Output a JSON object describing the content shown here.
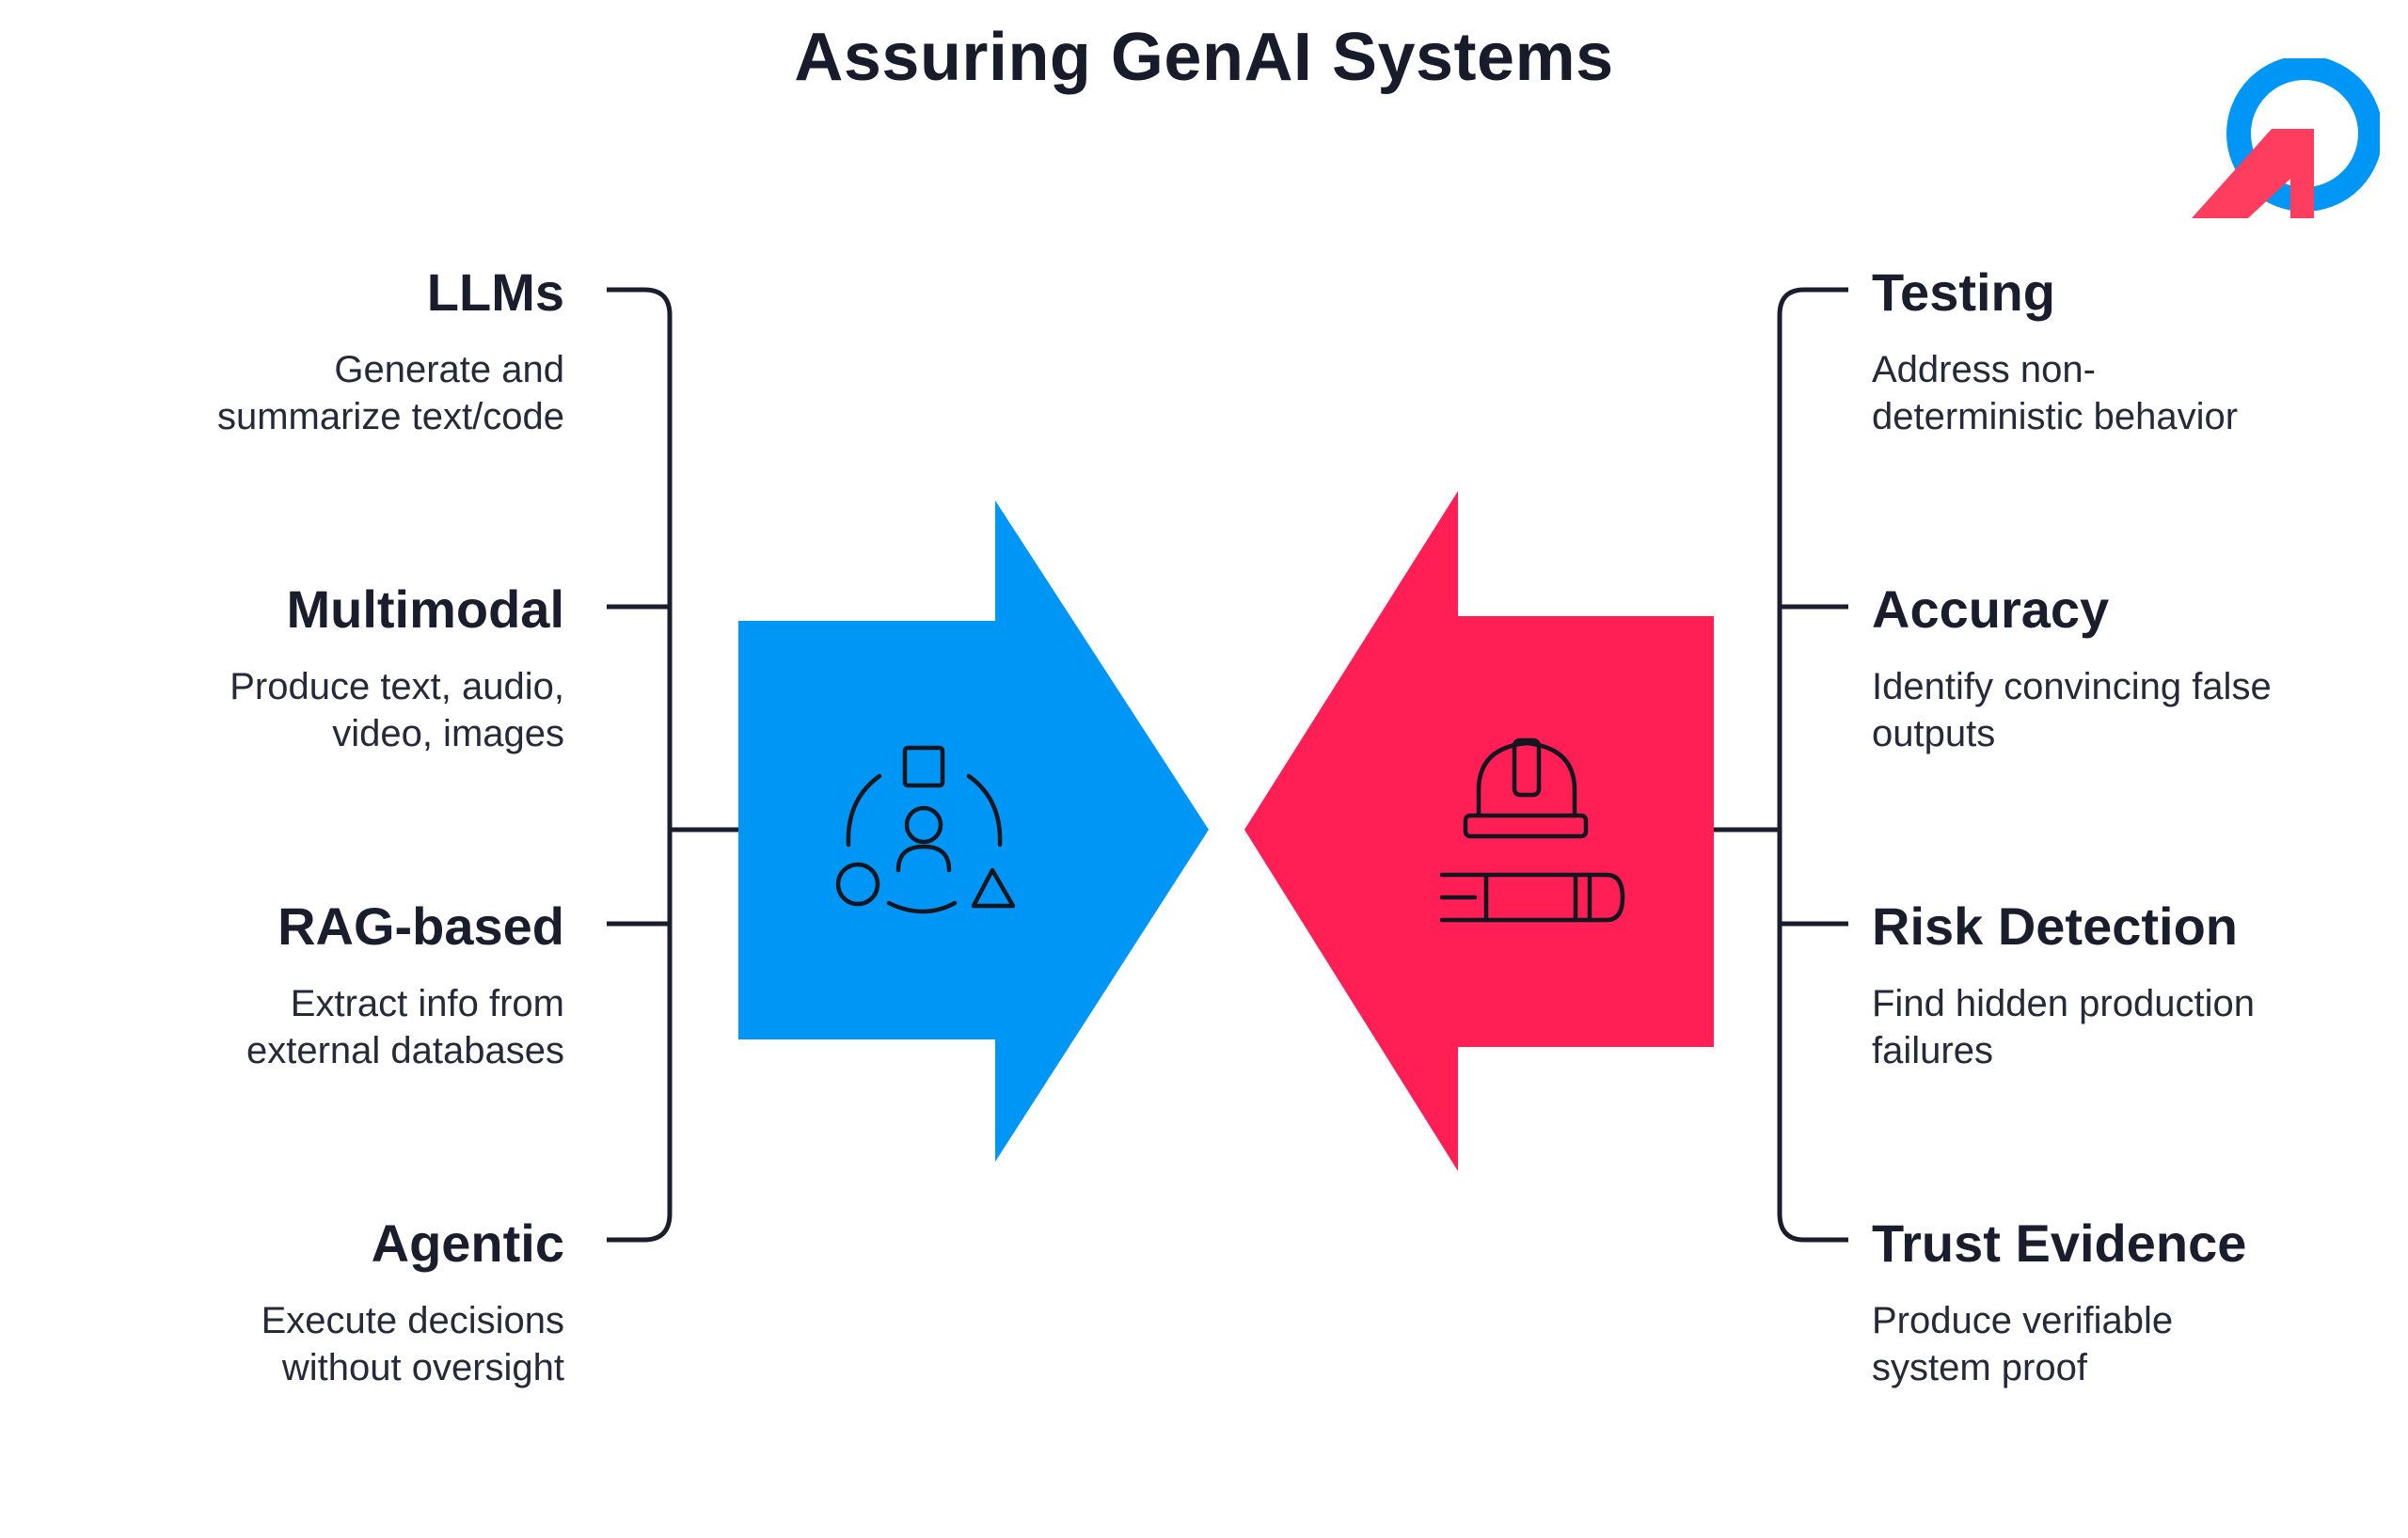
{
  "title": "Assuring GenAI Systems",
  "colors": {
    "blue": "#0096f5",
    "red": "#ff1f54",
    "line": "#1a1e2c"
  },
  "left_items": [
    {
      "heading": "LLMs",
      "desc": "Generate and summarize text/code"
    },
    {
      "heading": "Multimodal",
      "desc": "Produce text, audio, video, images"
    },
    {
      "heading": "RAG-based",
      "desc": "Extract info from external databases"
    },
    {
      "heading": "Agentic",
      "desc": "Execute decisions without oversight"
    }
  ],
  "right_items": [
    {
      "heading": "Testing",
      "desc": "Address non-deterministic behavior"
    },
    {
      "heading": "Accuracy",
      "desc": "Identify convincing false outputs"
    },
    {
      "heading": "Risk Detection",
      "desc": "Find hidden production failures"
    },
    {
      "heading": "Trust Evidence",
      "desc": "Produce verifiable system proof"
    }
  ],
  "icons": {
    "left_arrow_icon": "shapes-and-person-icon",
    "right_arrow_icon": "hardhat-and-books-icon",
    "logo": "brand-logo"
  }
}
